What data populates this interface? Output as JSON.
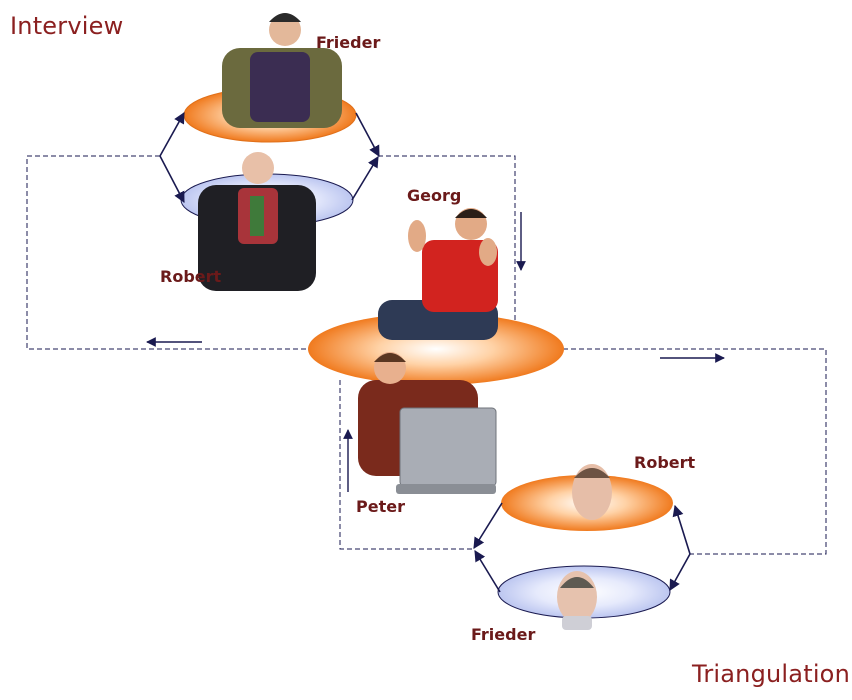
{
  "titles": {
    "interview": "Interview",
    "triangulation": "Triangulation"
  },
  "labels": {
    "frieder_top": "Frieder",
    "robert_top": "Robert",
    "georg": "Georg",
    "peter": "Peter",
    "robert_bottom": "Robert",
    "frieder_bottom": "Frieder"
  },
  "colors": {
    "title": "#8b2020",
    "label": "#6b1a1a",
    "arrow": "#1a1a50",
    "dashed_line": "#1a1a50",
    "orange_disc": "#f07a1e",
    "lavender_disc": "#bcc6f0"
  }
}
